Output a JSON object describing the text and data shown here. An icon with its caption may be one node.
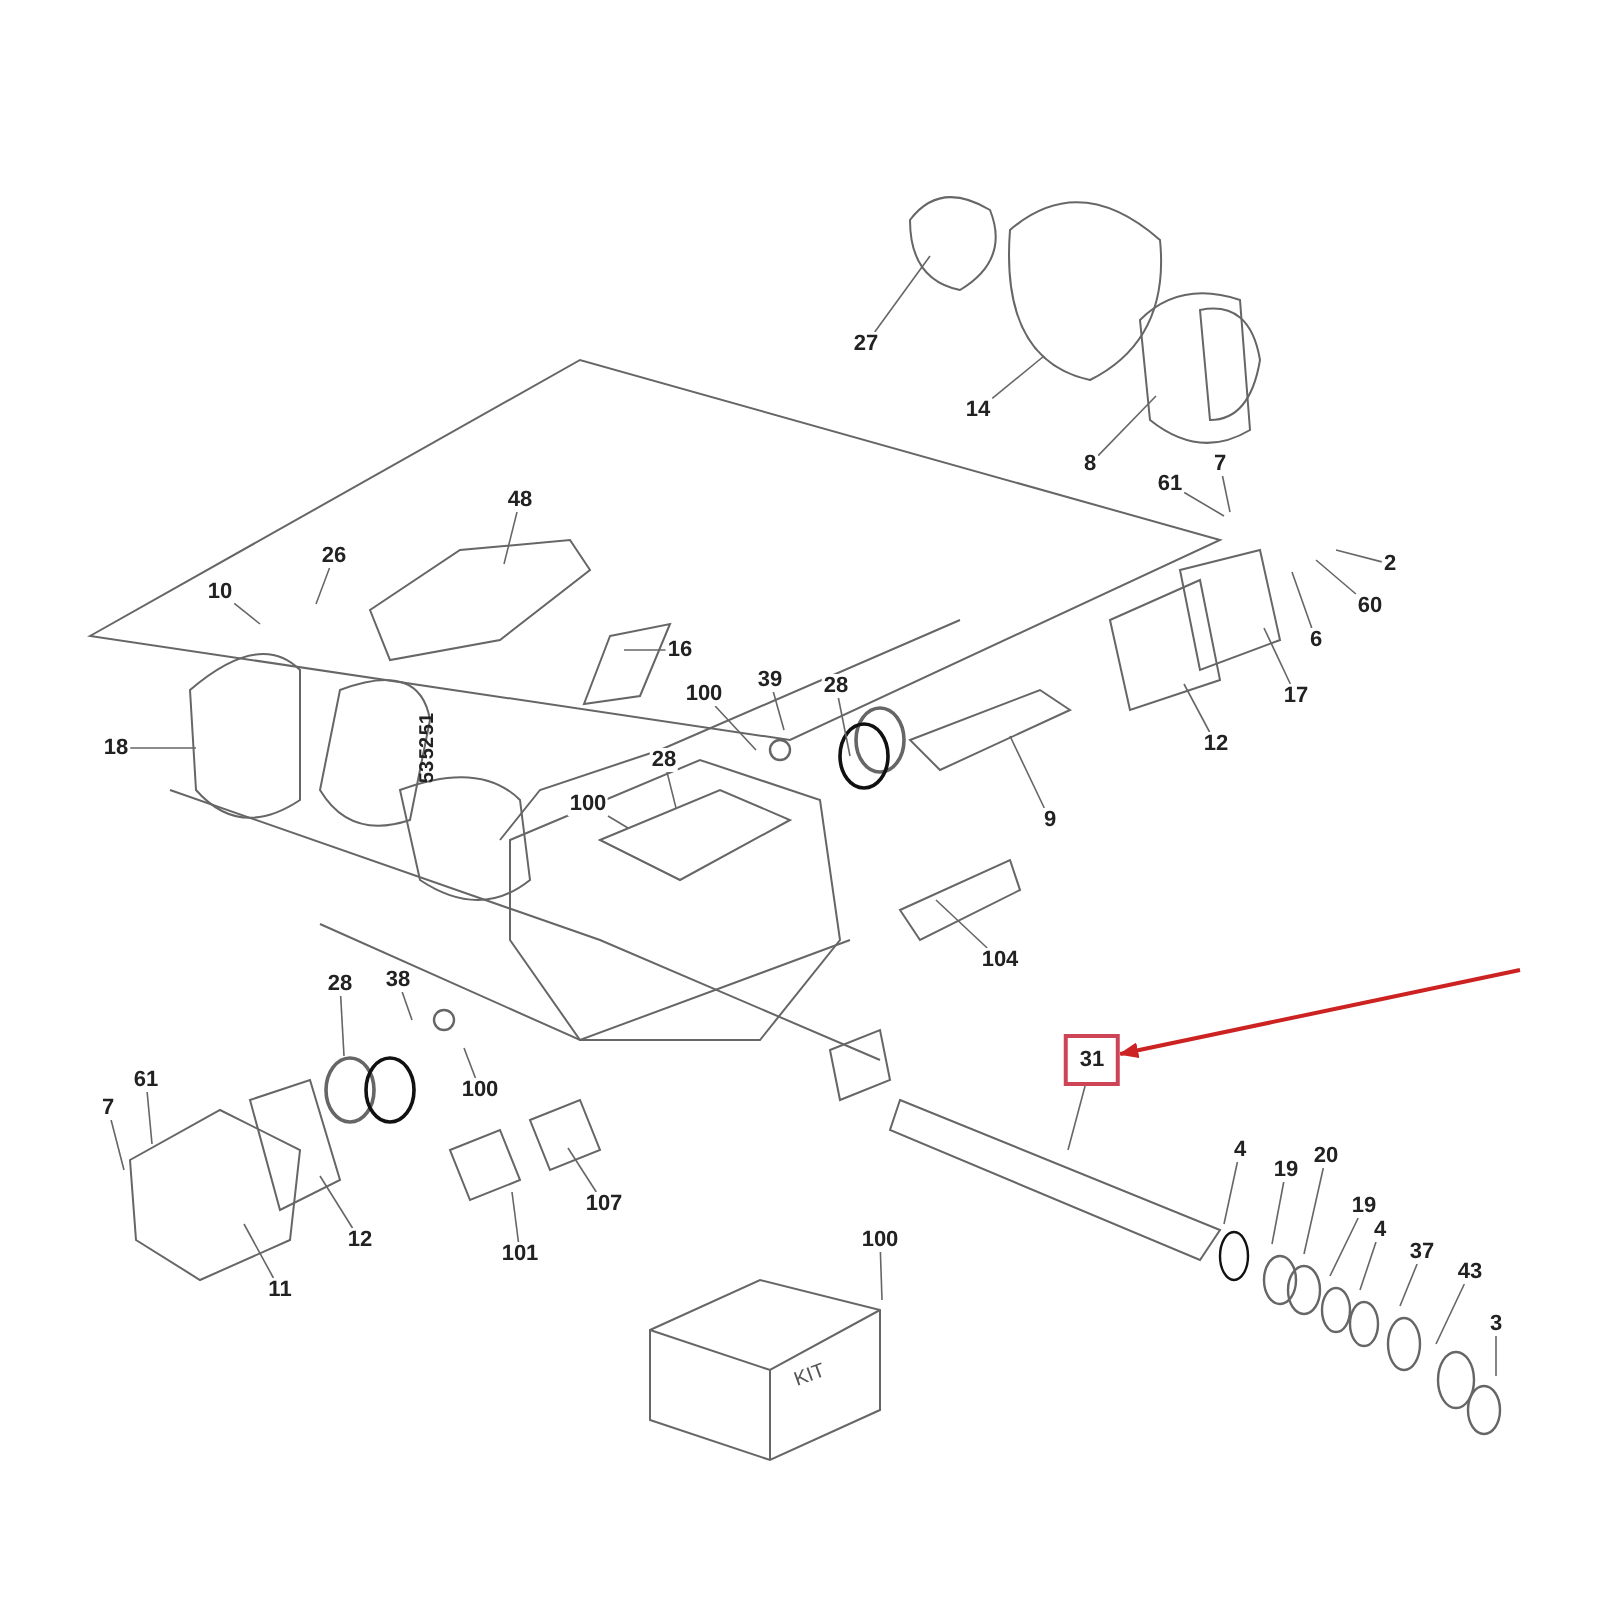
{
  "diagram": {
    "nodes": [
      {
        "text": [
          "27"
        ]
      },
      {
        "text": [
          "14"
        ]
      },
      {
        "text": [
          "8"
        ]
      },
      {
        "text": [
          "61"
        ]
      },
      {
        "text": [
          "7"
        ]
      },
      {
        "text": [
          "2"
        ]
      },
      {
        "text": [
          "60"
        ]
      },
      {
        "text": [
          "6"
        ]
      },
      {
        "text": [
          "17"
        ]
      },
      {
        "text": [
          "12"
        ]
      },
      {
        "text": [
          "48"
        ]
      },
      {
        "text": [
          "26"
        ]
      },
      {
        "text": [
          "10"
        ]
      },
      {
        "text": [
          "16"
        ]
      },
      {
        "text": [
          "100"
        ]
      },
      {
        "text": [
          "39"
        ]
      },
      {
        "text": [
          "28"
        ]
      },
      {
        "text": [
          "18"
        ]
      },
      {
        "text": [
          "100"
        ]
      },
      {
        "text": [
          "28"
        ]
      },
      {
        "text": [
          "9"
        ]
      },
      {
        "text": [
          "104"
        ]
      },
      {
        "text": [
          "28"
        ]
      },
      {
        "text": [
          "38"
        ]
      },
      {
        "text": [
          "100"
        ]
      },
      {
        "text": [
          "61"
        ]
      },
      {
        "text": [
          "7"
        ]
      },
      {
        "text": [
          "12"
        ]
      },
      {
        "text": [
          "11"
        ]
      },
      {
        "text": [
          "107"
        ]
      },
      {
        "text": [
          "101"
        ]
      },
      {
        "text": [
          "31"
        ]
      },
      {
        "text": [
          "100"
        ]
      },
      {
        "text": [
          "4"
        ]
      },
      {
        "text": [
          "19"
        ]
      },
      {
        "text": [
          "20"
        ]
      },
      {
        "text": [
          "19"
        ]
      },
      {
        "text": [
          "4"
        ]
      },
      {
        "text": [
          "37"
        ]
      },
      {
        "text": [
          "43"
        ]
      },
      {
        "text": [
          "3"
        ]
      }
    ],
    "edges": [
      {
        "from": 0,
        "to": null,
        "arrow": "none"
      },
      {
        "from": 1,
        "to": null,
        "arrow": "none"
      },
      {
        "from": 2,
        "to": null,
        "arrow": "none"
      },
      {
        "from": 3,
        "to": null,
        "arrow": "none"
      },
      {
        "from": 4,
        "to": null,
        "arrow": "none"
      },
      {
        "from": 5,
        "to": null,
        "arrow": "none"
      },
      {
        "from": 6,
        "to": null,
        "arrow": "none"
      },
      {
        "from": 7,
        "to": null,
        "arrow": "none"
      },
      {
        "from": 8,
        "to": null,
        "arrow": "none"
      },
      {
        "from": 9,
        "to": null,
        "arrow": "none"
      },
      {
        "from": 10,
        "to": null,
        "arrow": "none"
      },
      {
        "from": 11,
        "to": null,
        "arrow": "none"
      },
      {
        "from": 12,
        "to": null,
        "arrow": "none"
      },
      {
        "from": 13,
        "to": null,
        "arrow": "none"
      },
      {
        "from": 14,
        "to": null,
        "arrow": "none"
      },
      {
        "from": 15,
        "to": null,
        "arrow": "none"
      },
      {
        "from": 16,
        "to": null,
        "arrow": "none"
      },
      {
        "from": 17,
        "to": null,
        "arrow": "none"
      },
      {
        "from": 18,
        "to": null,
        "arrow": "none"
      },
      {
        "from": 19,
        "to": null,
        "arrow": "none"
      },
      {
        "from": 20,
        "to": null,
        "arrow": "none"
      },
      {
        "from": 21,
        "to": null,
        "arrow": "none"
      },
      {
        "from": 22,
        "to": null,
        "arrow": "none"
      },
      {
        "from": 23,
        "to": null,
        "arrow": "none"
      },
      {
        "from": 24,
        "to": null,
        "arrow": "none"
      },
      {
        "from": 25,
        "to": null,
        "arrow": "none"
      },
      {
        "from": 26,
        "to": null,
        "arrow": "none"
      },
      {
        "from": 27,
        "to": null,
        "arrow": "none"
      },
      {
        "from": 28,
        "to": null,
        "arrow": "none"
      },
      {
        "from": 29,
        "to": null,
        "arrow": "none"
      },
      {
        "from": 30,
        "to": null,
        "arrow": "none"
      },
      {
        "from": 31,
        "to": null,
        "arrow": "none"
      },
      {
        "from": 32,
        "to": null,
        "arrow": "none"
      },
      {
        "from": 33,
        "to": null,
        "arrow": "none"
      },
      {
        "from": 34,
        "to": null,
        "arrow": "none"
      },
      {
        "from": 35,
        "to": null,
        "arrow": "none"
      },
      {
        "from": 36,
        "to": null,
        "arrow": "none"
      },
      {
        "from": 37,
        "to": null,
        "arrow": "none"
      },
      {
        "from": 38,
        "to": null,
        "arrow": "none"
      },
      {
        "from": 39,
        "to": null,
        "arrow": "none"
      },
      {
        "from": 40,
        "to": null,
        "arrow": "none"
      },
      {
        "from": null,
        "to": 31,
        "arrow": "to",
        "color": "#cc2222"
      }
    ],
    "labels": [
      "51",
      "52",
      "53",
      "KIT"
    ]
  }
}
